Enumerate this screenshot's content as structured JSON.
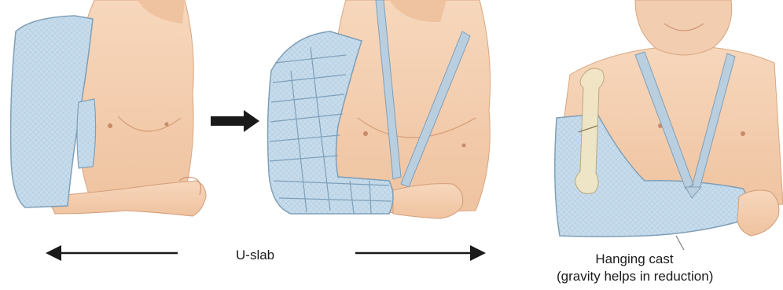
{
  "labels": {
    "u_slab": "U-slab",
    "hanging_cast_title": "Hanging cast",
    "hanging_cast_note": "(gravity helps in reduction)"
  },
  "colors": {
    "skin": "#f6d2b4",
    "skin_shadow": "#e7b08c",
    "cast": "#c6dcec",
    "cast_edge": "#7f9fb8",
    "sling": "#b9cfe0",
    "bone": "#f1e6c6",
    "arrow": "#1a1a1a"
  },
  "icons": [
    "arrow-left-icon",
    "arrow-right-icon",
    "arrow-next-icon"
  ]
}
